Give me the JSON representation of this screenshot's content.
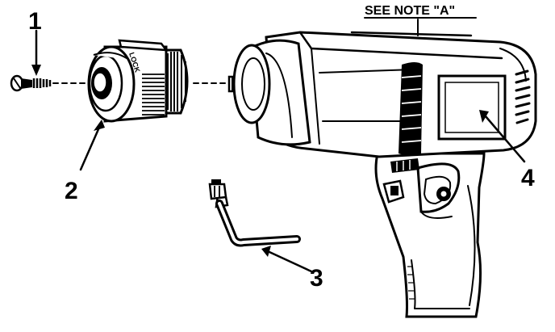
{
  "diagram": {
    "labels": {
      "part_1": "1",
      "part_2": "2",
      "part_3": "3",
      "part_4": "4"
    },
    "note": "SEE NOTE \"A\"",
    "chuck_marking": "LOCK"
  },
  "colors": {
    "ink": "#000000",
    "paper": "#ffffff"
  }
}
